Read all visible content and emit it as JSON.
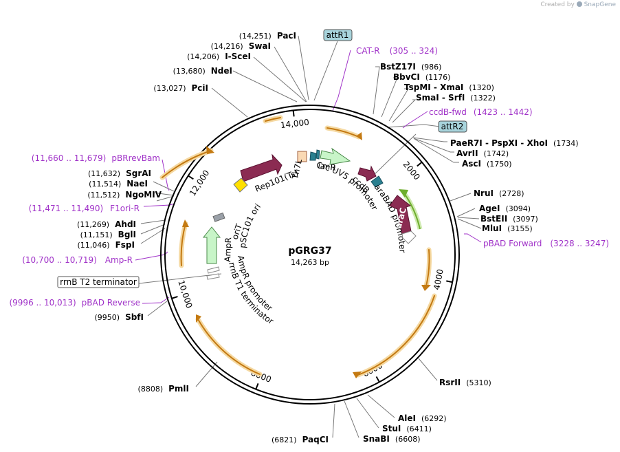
{
  "app": {
    "credit_prefix": "Created by",
    "credit_brand": "SnapGene"
  },
  "plasmid": {
    "name": "pGRG37",
    "size": "14,263 bp",
    "length": 14263
  },
  "colors": {
    "primer": "#a032c8",
    "orf_orange": "#f0c274",
    "orf_orange_dark": "#c47a12",
    "arac_green": "#8fd14f",
    "feature_maroon": "#8b2b52",
    "promoter_green": "#c8f5c8",
    "tag_teal": "#2a8090",
    "tn7l_peach": "#fad9b4",
    "ori_gray": "#9aa0a8",
    "att_box": "#a8d4dc",
    "yellow": "#ffdf00"
  },
  "ticks": [
    {
      "pos": 2000,
      "label": "2000"
    },
    {
      "pos": 4000,
      "label": "4000"
    },
    {
      "pos": 6000,
      "label": "6000"
    },
    {
      "pos": 8000,
      "label": "8000"
    },
    {
      "pos": 10000,
      "label": "10,000"
    },
    {
      "pos": 12000,
      "label": "12,000"
    },
    {
      "pos": 14000,
      "label": "14,000"
    }
  ],
  "labels": {
    "right": [
      {
        "name": "BstZ17I",
        "pos": "(986)"
      },
      {
        "name": "BbvCI",
        "pos": "(1176)"
      },
      {
        "name": "TspMI - XmaI",
        "pos": "(1320)"
      },
      {
        "name": "SmaI - SrfI",
        "pos": "(1322)"
      },
      {
        "name": "PaeR7I - PspXI - XhoI",
        "pos": "(1734)"
      },
      {
        "name": "AvrII",
        "pos": "(1742)"
      },
      {
        "name": "AscI",
        "pos": "(1750)"
      },
      {
        "name": "NruI",
        "pos": "(2728)"
      },
      {
        "name": "AgeI",
        "pos": "(3094)"
      },
      {
        "name": "BstEII",
        "pos": "(3097)"
      },
      {
        "name": "MluI",
        "pos": "(3155)"
      },
      {
        "name": "RsrII",
        "pos": "(5310)"
      },
      {
        "name": "AleI",
        "pos": "(6292)"
      },
      {
        "name": "StuI",
        "pos": "(6411)"
      },
      {
        "name": "SnaBI",
        "pos": "(6608)"
      }
    ],
    "left": [
      {
        "name": "PacI",
        "pos": "(14,251)"
      },
      {
        "name": "SwaI",
        "pos": "(14,216)"
      },
      {
        "name": "I-SceI",
        "pos": "(14,206)"
      },
      {
        "name": "NdeI",
        "pos": "(13,680)"
      },
      {
        "name": "PciI",
        "pos": "(13,027)"
      },
      {
        "name": "SgrAI",
        "pos": "(11,632)"
      },
      {
        "name": "NaeI",
        "pos": "(11,514)"
      },
      {
        "name": "NgoMIV",
        "pos": "(11,512)"
      },
      {
        "name": "AhdI",
        "pos": "(11,269)"
      },
      {
        "name": "BglI",
        "pos": "(11,151)"
      },
      {
        "name": "FspI",
        "pos": "(11,046)"
      },
      {
        "name": "SbfI",
        "pos": "(9950)"
      },
      {
        "name": "PmlI",
        "pos": "(8808)"
      },
      {
        "name": "PaqCI",
        "pos": "(6821)"
      }
    ],
    "primers": [
      {
        "name": "CAT-R",
        "pos": "(305 .. 324)"
      },
      {
        "name": "ccdB-fwd",
        "pos": "(1423 .. 1442)"
      },
      {
        "name": "pBAD Forward",
        "pos": "(3228 .. 3247)"
      },
      {
        "name": "pBRrevBam",
        "pos": "(11,660 .. 11,679)"
      },
      {
        "name": "F1ori-R",
        "pos": "(11,471 .. 11,490)"
      },
      {
        "name": "Amp-R",
        "pos": "(10,700 .. 10,719)"
      },
      {
        "name": "pBAD Reverse",
        "pos": "(9996 .. 10,013)"
      }
    ],
    "boxed": [
      {
        "name": "attR1"
      },
      {
        "name": "attR2"
      },
      {
        "name": "rrnB T2 terminator"
      }
    ]
  },
  "features": [
    {
      "name": "Rep101(Ts)"
    },
    {
      "name": "Tn7L"
    },
    {
      "name": "CmR"
    },
    {
      "name": "lac UV5 promoter"
    },
    {
      "name": "ccdB"
    },
    {
      "name": "araBAD promoter"
    },
    {
      "name": "araC"
    },
    {
      "name": "oriT"
    },
    {
      "name": "pSC101 ori"
    },
    {
      "name": "AmpR"
    },
    {
      "name": "AmpR promoter"
    },
    {
      "name": "rrnB T1 terminator"
    }
  ]
}
